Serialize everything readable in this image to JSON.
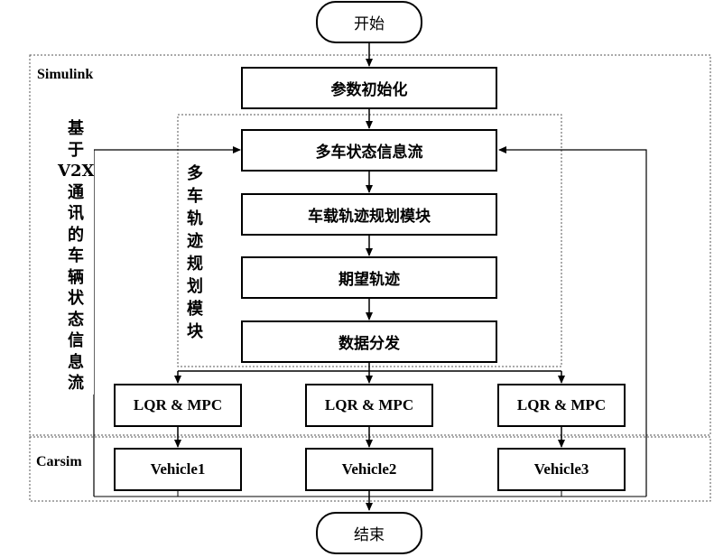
{
  "start": "开始",
  "end": "结束",
  "regions": {
    "simulink": "Simulink",
    "carsim": "Carsim"
  },
  "steps": {
    "param_init": "参数初始化",
    "state_flow": "多车状态信息流",
    "onboard_planning": "车载轨迹规划模块",
    "expected_trajectory": "期望轨迹",
    "data_distribution": "数据分发"
  },
  "controllers": [
    "LQR & MPC",
    "LQR & MPC",
    "LQR & MPC"
  ],
  "vehicles": [
    "Vehicle1",
    "Vehicle2",
    "Vehicle3"
  ],
  "side_labels": {
    "v2x_feedback": "基\n于\nV2X\n通\n讯\n的\n车\n辆\n状\n态\n信\n息\n流",
    "planning_module": "多\n车\n轨\n迹\n规\n划\n模\n块"
  }
}
